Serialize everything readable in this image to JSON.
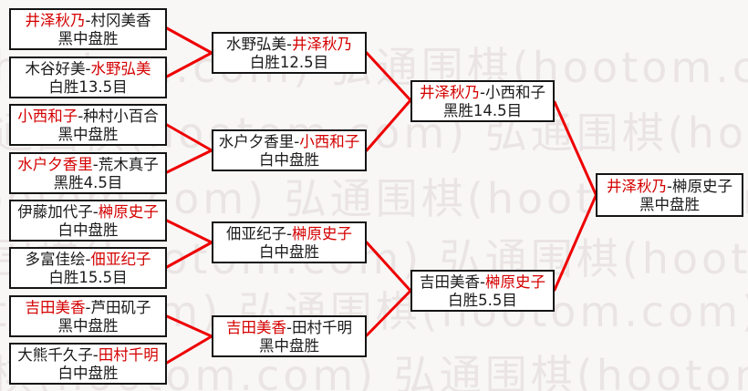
{
  "watermark": {
    "text": "弘通围棋(hootom.com)",
    "line": "弘通围棋(hootom.com)  弘通围棋(hootom.com)  弘通围棋(hootom.com)",
    "color": "#eae5e4"
  },
  "colors": {
    "winner_red": "#d40000",
    "loser_black": "#1a1a1a",
    "connector_red": "#ee0000",
    "box_border": "#141414"
  },
  "bracket": {
    "matches": [
      {
        "p1": "井泽秋乃",
        "p1_color": "#d40000",
        "sep": "-",
        "p2": "村冈美香",
        "p2_color": "#1a1a1a",
        "result": "黑中盘胜"
      },
      {
        "p1": "木谷好美",
        "p1_color": "#1a1a1a",
        "sep": "-",
        "p2": "水野弘美",
        "p2_color": "#d40000",
        "result": "白胜13.5目"
      },
      {
        "p1": "小西和子",
        "p1_color": "#d40000",
        "sep": "-",
        "p2": "种村小百合",
        "p2_color": "#1a1a1a",
        "result": "黑中盘胜"
      },
      {
        "p1": "水户夕香里",
        "p1_color": "#d40000",
        "sep": "-",
        "p2": "荒木真子",
        "p2_color": "#1a1a1a",
        "result": "黑胜4.5目"
      },
      {
        "p1": "伊藤加代子",
        "p1_color": "#1a1a1a",
        "sep": "-",
        "p2": "榊原史子",
        "p2_color": "#d40000",
        "result": "白中盘胜"
      },
      {
        "p1": "多富佳绘",
        "p1_color": "#1a1a1a",
        "sep": "-",
        "p2": "佃亚纪子",
        "p2_color": "#d40000",
        "result": "白胜15.5目"
      },
      {
        "p1": "吉田美香",
        "p1_color": "#d40000",
        "sep": "-",
        "p2": "芦田矶子",
        "p2_color": "#1a1a1a",
        "result": "黑中盘胜"
      },
      {
        "p1": "大熊千久子",
        "p1_color": "#1a1a1a",
        "sep": "-",
        "p2": "田村千明",
        "p2_color": "#d40000",
        "result": "白中盘胜"
      },
      {
        "p1": "水野弘美",
        "p1_color": "#1a1a1a",
        "sep": "-",
        "p2": "井泽秋乃",
        "p2_color": "#d40000",
        "result": "白胜12.5目"
      },
      {
        "p1": "水户夕香里",
        "p1_color": "#1a1a1a",
        "sep": "-",
        "p2": "小西和子",
        "p2_color": "#d40000",
        "result": "白中盘胜"
      },
      {
        "p1": "佃亚纪子",
        "p1_color": "#1a1a1a",
        "sep": "-",
        "p2": "榊原史子",
        "p2_color": "#d40000",
        "result": "白中盘胜"
      },
      {
        "p1": "吉田美香",
        "p1_color": "#d40000",
        "sep": "-",
        "p2": "田村千明",
        "p2_color": "#1a1a1a",
        "result": "黑中盘胜"
      },
      {
        "p1": "井泽秋乃",
        "p1_color": "#d40000",
        "sep": "-",
        "p2": "小西和子",
        "p2_color": "#1a1a1a",
        "result": "黑胜14.5目"
      },
      {
        "p1": "吉田美香",
        "p1_color": "#1a1a1a",
        "sep": "-",
        "p2": "榊原史子",
        "p2_color": "#d40000",
        "result": "白胜5.5目"
      },
      {
        "p1": "井泽秋乃",
        "p1_color": "#d40000",
        "sep": "-",
        "p2": "榊原史子",
        "p2_color": "#1a1a1a",
        "result": "黑中盘胜"
      }
    ]
  }
}
